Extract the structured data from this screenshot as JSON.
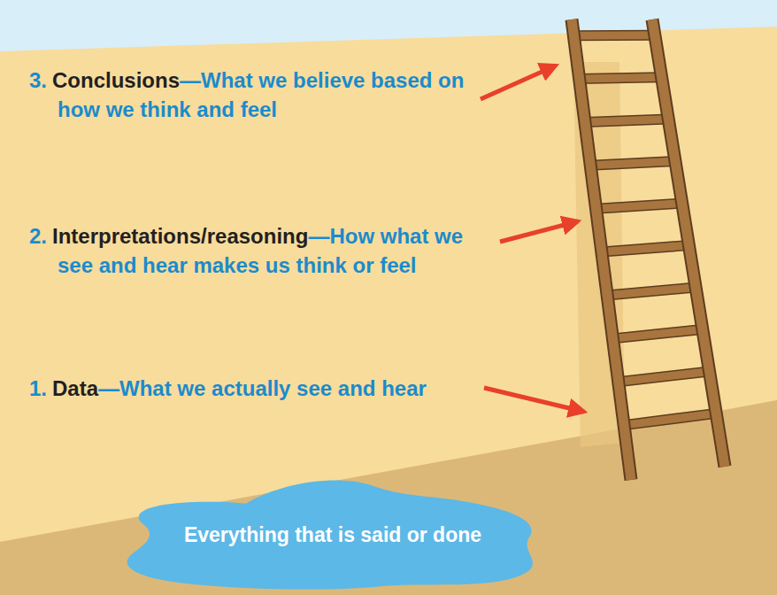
{
  "diagram": {
    "nodes": [
      {
        "text": [
          "Everything that is said or done"
        ]
      }
    ],
    "labels": [
      "3.",
      "Conclusions",
      "—What we believe based on how we think and feel",
      "2.",
      "Interpretations/reasoning",
      "—How what we see and hear makes us think or feel",
      "1.",
      "Data",
      "—What we actually see and hear"
    ]
  }
}
